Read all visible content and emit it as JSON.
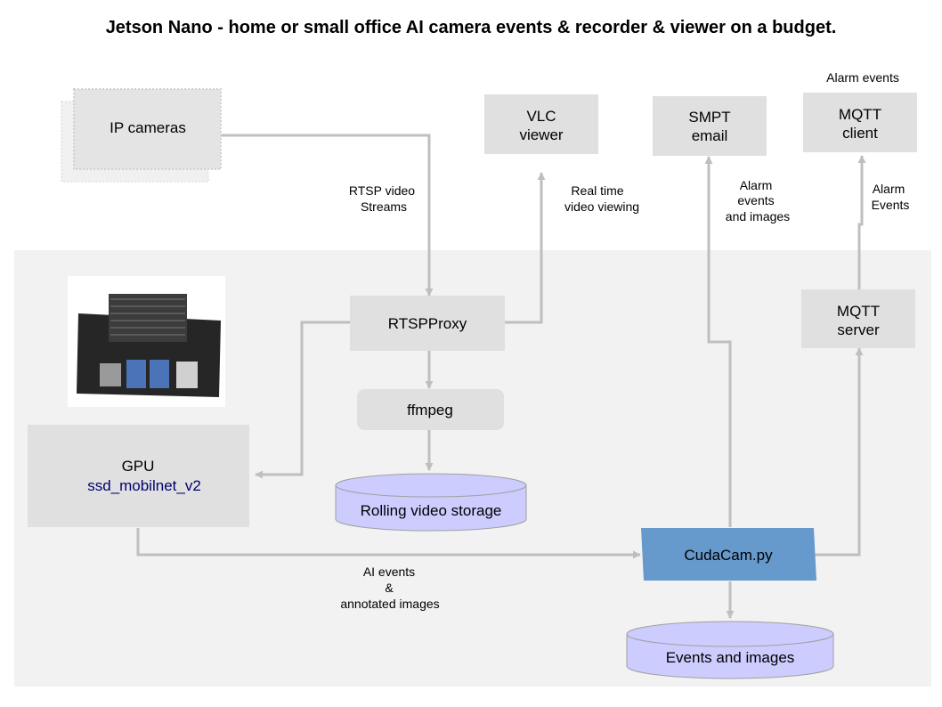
{
  "title": "Jetson Nano - home or small office AI camera events &  recorder & viewer on a budget.",
  "nodes": {
    "ip_cameras": "IP cameras",
    "vlc": [
      "VLC",
      "viewer"
    ],
    "smpt": [
      "SMPT",
      "email"
    ],
    "mqtt_client": [
      "MQTT",
      "client"
    ],
    "mqtt_client_caption": "Alarm events",
    "rtspproxy": "RTSPProxy",
    "ffmpeg": "ffmpeg",
    "rolling_storage": "Rolling video storage",
    "gpu": "GPU",
    "gpu_model": "ssd_mobilnet_v2",
    "mqtt_server": [
      "MQTT",
      "server"
    ],
    "cudacam": "CudaCam.py",
    "events_images": "Events and images"
  },
  "edges": {
    "rtsp_streams": [
      "RTSP video",
      "Streams"
    ],
    "realtime_viewing": [
      "Real time",
      "video viewing"
    ],
    "email_alarms": [
      "Alarm",
      "events",
      "and images"
    ],
    "mqtt_alarms": [
      "Alarm",
      "Events"
    ],
    "ai_events": [
      "AI events",
      "&",
      "annotated images"
    ]
  },
  "colors": {
    "panel": "#f2f2f2",
    "box": "#e0e0e0",
    "line": "#bfbfbf",
    "storage_fill": "#ccccff",
    "cudacam_fill": "#6699cc",
    "gpu_model_text": "#00006e"
  },
  "icons": {
    "jetson_board": "jetson-nano-board-photo"
  }
}
